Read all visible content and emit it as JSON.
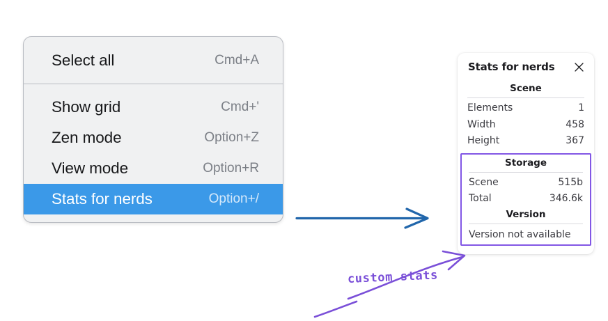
{
  "colors": {
    "menu_background": "#f0f1f2",
    "menu_border": "#b9bcc2",
    "menu_selected": "#3b99e8",
    "accel_text": "#7b7f86",
    "panel_background": "#ffffff",
    "highlight_purple": "#8257e5",
    "arrow_blue": "#2166ab",
    "annotation_purple": "#7a4fd8",
    "page_background": "#ffffff"
  },
  "context_menu": {
    "groups": [
      {
        "items": [
          {
            "label": "Select all",
            "accel": "Cmd+A",
            "selected": false
          }
        ]
      },
      {
        "items": [
          {
            "label": "Show grid",
            "accel": "Cmd+'",
            "selected": false
          },
          {
            "label": "Zen mode",
            "accel": "Option+Z",
            "selected": false
          },
          {
            "label": "View mode",
            "accel": "Option+R",
            "selected": false
          },
          {
            "label": "Stats for nerds",
            "accel": "Option+/",
            "selected": true
          }
        ]
      }
    ]
  },
  "stats_panel": {
    "title": "Stats for nerds",
    "close_icon": "close-icon",
    "sections": [
      {
        "name": "scene",
        "title": "Scene",
        "rows": [
          {
            "key": "Elements",
            "value": "1"
          },
          {
            "key": "Width",
            "value": "458"
          },
          {
            "key": "Height",
            "value": "367"
          }
        ]
      },
      {
        "name": "storage",
        "title": "Storage",
        "rows": [
          {
            "key": "Scene",
            "value": "515b"
          },
          {
            "key": "Total",
            "value": "346.6k"
          }
        ]
      },
      {
        "name": "version",
        "title": "Version",
        "single_value": "Version not available"
      }
    ]
  },
  "annotations": {
    "blue_arrow": {
      "name": "flow-arrow",
      "color": "#2166ab"
    },
    "custom_stats": {
      "text": "custom stats",
      "color": "#7a4fd8"
    }
  }
}
